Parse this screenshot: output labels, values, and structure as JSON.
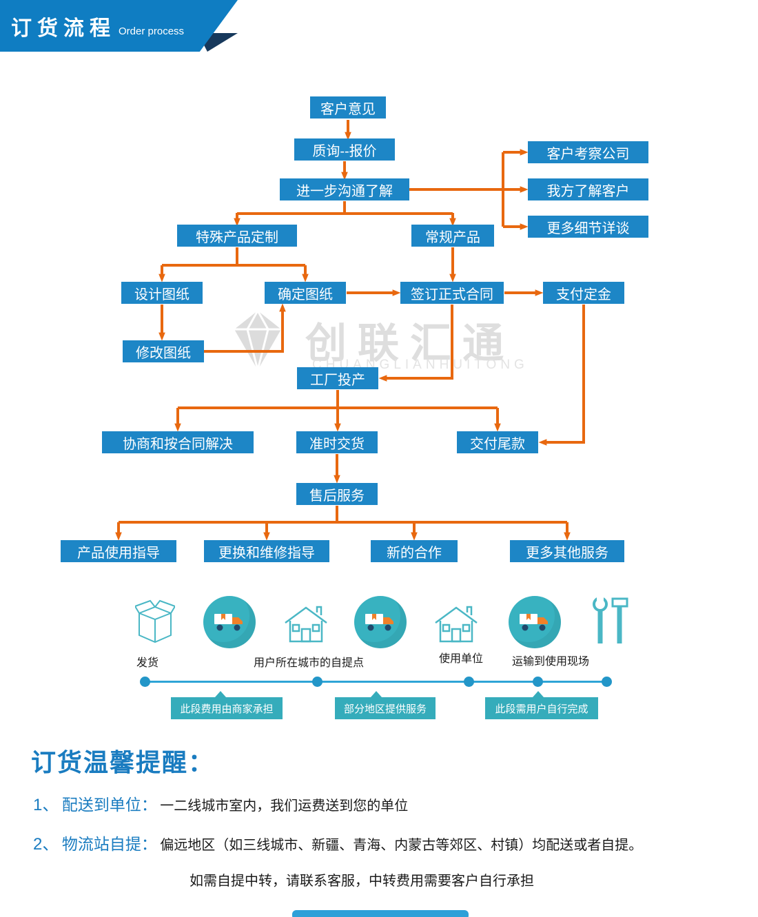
{
  "colors": {
    "primary_blue": "#1d86c6",
    "header_blue": "#0f7dc2",
    "dark_navy": "#17395c",
    "arrow_orange": "#e8680f",
    "teal": "#38b2c0",
    "timeline_blue": "#2ea4d6",
    "reminder_blue": "#1a7cc0",
    "watermark_gray": "#dedede"
  },
  "header": {
    "title": "订货流程",
    "subtitle": "Order process"
  },
  "flow": {
    "nodes": {
      "customer_opinion": "客户意见",
      "inquiry_quote": "质询--报价",
      "further_communication": "进一步沟通了解",
      "customer_inspect_company": "客户考察公司",
      "we_know_customer": "我方了解客户",
      "more_details_talk": "更多细节详谈",
      "special_product_custom": "特殊产品定制",
      "regular_product": "常规产品",
      "design_drawing": "设计图纸",
      "confirm_drawing": "确定图纸",
      "sign_formal_contract": "签订正式合同",
      "pay_deposit": "支付定金",
      "modify_drawing": "修改图纸",
      "factory_production": "工厂投产",
      "negotiate_per_contract": "协商和按合同解决",
      "ontime_delivery": "准时交货",
      "pay_balance": "交付尾款",
      "aftersales_service": "售后服务",
      "product_usage_guide": "产品使用指导",
      "replace_repair_guide": "更换和维修指导",
      "new_cooperation": "新的合作",
      "more_other_services": "更多其他服务"
    }
  },
  "watermark": {
    "logo": "创联汇通",
    "sub": "CHUANGLIANHUITONG"
  },
  "logistics": {
    "labels": {
      "ship": "发货",
      "pickup_point": "用户所在城市的自提点",
      "use_unit": "使用单位",
      "transport_site": "运输到使用现场"
    },
    "tags": {
      "seller_pays": "此段费用由商家承担",
      "partial_service": "部分地区提供服务",
      "user_completes": "此段需用户自行完成"
    }
  },
  "reminder": {
    "title": "订货温馨提醒：",
    "item1_num": "1、",
    "item1_label": "配送到单位：",
    "item1_text": "一二线城市室内，我们运费送到您的单位",
    "item2_num": "2、",
    "item2_label": "物流站自提：",
    "item2_text": "偏远地区（如三线城市、新疆、青海、内蒙古等郊区、村镇）均配送或者自提。",
    "item2_text2": "如需自提中转，请联系客服，中转费用需要客户自行承担"
  }
}
